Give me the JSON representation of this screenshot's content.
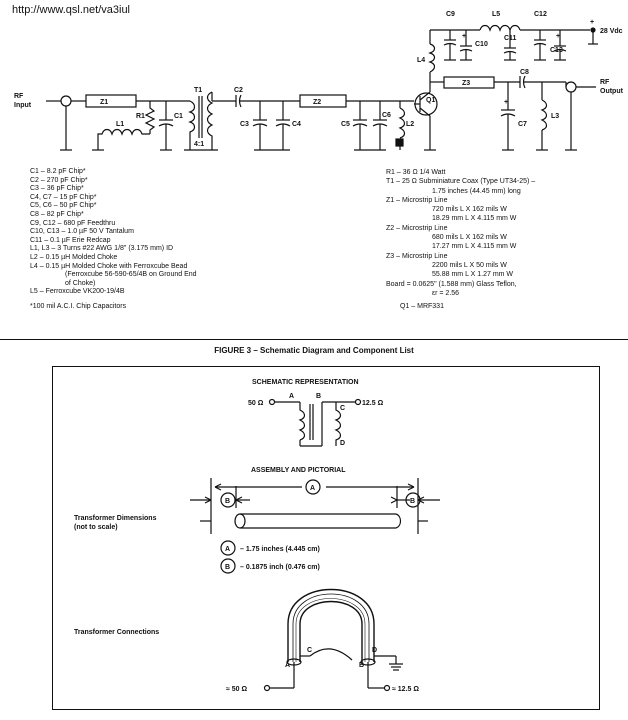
{
  "url": "http://www.qsl.net/va3iul",
  "schematic": {
    "rf_input": [
      "RF",
      "Input"
    ],
    "rf_output": [
      "RF",
      "Output"
    ],
    "supply": "28 Vdc",
    "labels": {
      "Z1": "Z1",
      "Z2": "Z2",
      "Z3": "Z3",
      "T1": "T1",
      "ratio": "4:1",
      "L1": "L1",
      "R1": "R1",
      "C1": "C1",
      "C2": "C2",
      "C3": "C3",
      "C4": "C4",
      "C5": "C5",
      "C6": "C6",
      "L2": "L2",
      "Q1": "Q1",
      "L4": "L4",
      "C9": "C9",
      "L5": "L5",
      "C12": "C12",
      "C10": "C10",
      "C11": "C11",
      "C13": "C13",
      "C8": "C8",
      "C7": "C7",
      "L3": "L3",
      "plus": "+",
      "plus2": "+",
      "plus3": "+",
      "plus4": "+"
    }
  },
  "components_left": [
    "C1 – 8.2 pF Chip*",
    "C2 – 270 pF Chip*",
    "C3 – 36 pF Chip*",
    "C4, C7 – 15 pF Chip*",
    "C5, C6 – 50 pF Chip*",
    "C8 – 82 pF Chip*",
    "C9, C12 – 680 pF Feedthru",
    "C10, C13 – 1.0 µF 50 V Tantalum",
    "C11 – 0.1 µF Erie Redcap",
    "L1, L3 – 3 Turns #22 AWG 1/8\" (3.175 mm) ID",
    "L2 – 0.15 µH Molded Choke",
    "L4 – 0.15 µH Molded Choke with Ferroxcube Bead",
    "(Ferroxcube 56-590-65/4B on Ground End",
    "of Choke)",
    "L5 – Ferroxcube VK200-19/4B",
    "*100 mil A.C.I. Chip Capacitors"
  ],
  "components_right": [
    "R1 – 36 Ω 1/4 Watt",
    "T1 – 25 Ω Subminiature Coax (Type UT34-25) –",
    "1.75 inches (44.45 mm) long",
    "Z1 – Microstrip Line",
    "720 mils L X 162 mils W",
    "18.29 mm L X 4.115 mm W",
    "Z2 – Microstrip Line",
    "680 mils L X 162 mils W",
    "17.27 mm L X 4.115 mm W",
    "Z3 – Microstrip Line",
    "2200 mils L X 50 mils W",
    "55.88 mm L X 1.27 mm W",
    "Board = 0.0625\" (1.588 mm) Glass Teflon,",
    "εr = 2.56",
    "Q1 – MRF331"
  ],
  "figure_title": "FIGURE 3 – Schematic Diagram and Component List",
  "transformer": {
    "schematic_heading": "SCHEMATIC REPRESENTATION",
    "assembly_heading": "ASSEMBLY AND PICTORIAL",
    "left_port": "50 Ω",
    "right_port": "12.5 Ω",
    "A": "A",
    "B": "B",
    "C": "C",
    "D": "D",
    "dims_label": [
      "Transformer Dimensions",
      "(not to scale)"
    ],
    "dim_A": "– 1.75 inches (4.445 cm)",
    "dim_B": "– 0.1875 inch (0.476 cm)",
    "connections_label": "Transformer Connections",
    "approx_50": "≈ 50 Ω",
    "approx_12": "≈ 12.5 Ω"
  }
}
